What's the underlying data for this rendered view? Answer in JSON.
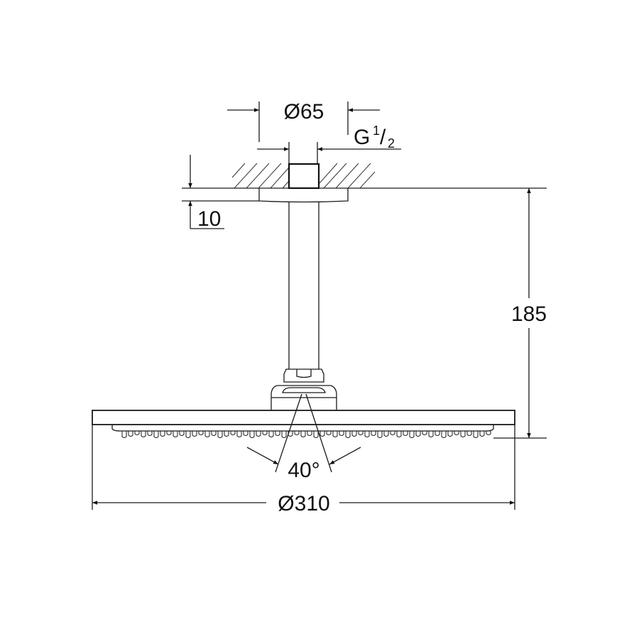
{
  "drawing": {
    "dimensions": {
      "flange_diameter": "Ø65",
      "thread": "G",
      "thread_num": "1",
      "thread_den": "2",
      "flange_height": "10",
      "total_height": "185",
      "spray_angle": "40°",
      "head_diameter": "Ø310"
    },
    "colors": {
      "line": "#1a1a1a",
      "background": "#ffffff"
    }
  }
}
